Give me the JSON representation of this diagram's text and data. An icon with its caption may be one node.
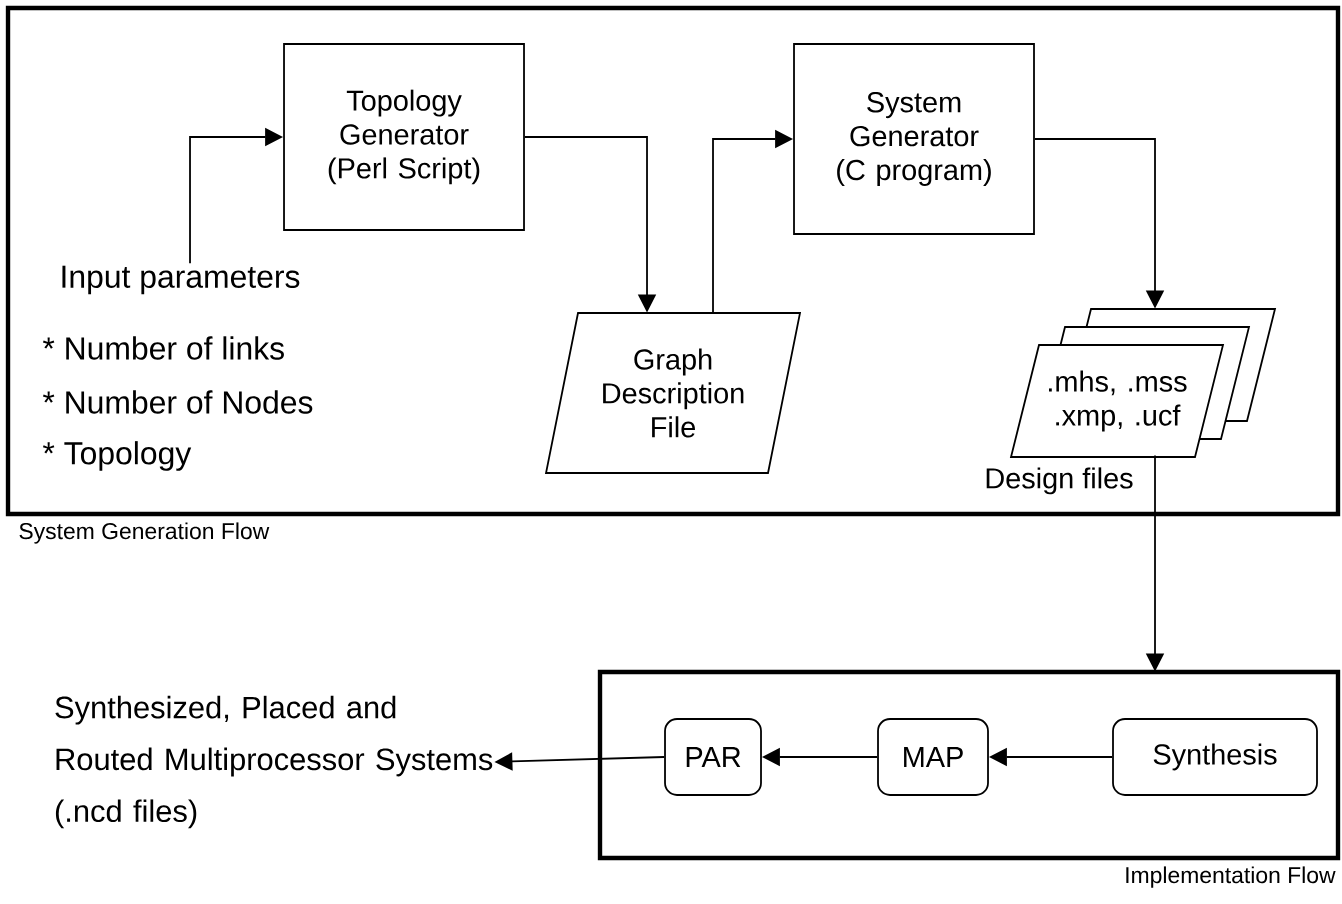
{
  "diagram": {
    "nodes": [
      {
        "text": [
          "System Generation Flow"
        ]
      },
      {
        "text": [
          "Topology Generator",
          "(Perl Script)"
        ],
        "in": 0
      },
      {
        "text": [
          "Input parameters"
        ],
        "in": 0
      },
      {
        "text": [
          "Graph Description File"
        ],
        "in": 0
      },
      {
        "text": [
          "System Generator",
          "(C program)"
        ],
        "in": 0
      },
      {
        "text": [
          ".mhs, .mss .xmp, .ucf"
        ],
        "beside": [
          "Design files"
        ],
        "in": 0
      },
      {
        "text": [
          "Implementation Flow"
        ]
      },
      {
        "text": [
          "Synthesis"
        ],
        "in": 6
      },
      {
        "text": [
          "MAP"
        ],
        "in": 6
      },
      {
        "text": [
          "PAR"
        ],
        "in": 6
      },
      {
        "text": [
          "Synthesized, Placed and Routed Multiprocessor Systems (.ncd files)"
        ]
      }
    ],
    "edges": [
      {
        "from": 2,
        "to": 1,
        "arrow": "to"
      },
      {
        "from": 1,
        "to": 3,
        "arrow": "to"
      },
      {
        "from": 3,
        "to": 4,
        "arrow": "to"
      },
      {
        "from": 4,
        "to": 5,
        "arrow": "to"
      },
      {
        "from": 5,
        "to": 6,
        "arrow": "to"
      },
      {
        "from": 7,
        "to": 8,
        "arrow": "to"
      },
      {
        "from": 8,
        "to": 9,
        "arrow": "to"
      },
      {
        "from": 9,
        "to": 10,
        "arrow": "to"
      }
    ],
    "labels": [
      "* Number of links",
      "* Number of Nodes",
      "* Topology"
    ]
  }
}
